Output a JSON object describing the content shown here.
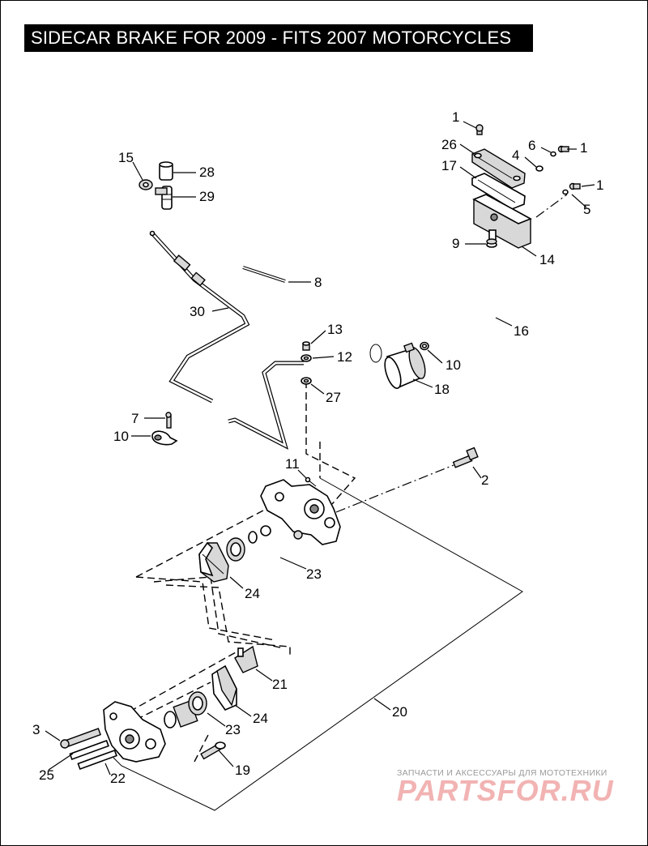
{
  "title": "SIDECAR BRAKE FOR 2009 - FITS 2007 MOTORCYCLES",
  "callouts": [
    {
      "id": "c1a",
      "label": "1"
    },
    {
      "id": "c1b",
      "label": "1"
    },
    {
      "id": "c1c",
      "label": "1"
    },
    {
      "id": "c26",
      "label": "26"
    },
    {
      "id": "c4",
      "label": "4"
    },
    {
      "id": "c6",
      "label": "6"
    },
    {
      "id": "c17",
      "label": "17"
    },
    {
      "id": "c5",
      "label": "5"
    },
    {
      "id": "c9",
      "label": "9"
    },
    {
      "id": "c14",
      "label": "14"
    },
    {
      "id": "c16",
      "label": "16"
    },
    {
      "id": "c10a",
      "label": "10"
    },
    {
      "id": "c18",
      "label": "18"
    },
    {
      "id": "c15",
      "label": "15"
    },
    {
      "id": "c28",
      "label": "28"
    },
    {
      "id": "c29",
      "label": "29"
    },
    {
      "id": "c8",
      "label": "8"
    },
    {
      "id": "c30",
      "label": "30"
    },
    {
      "id": "c13",
      "label": "13"
    },
    {
      "id": "c12",
      "label": "12"
    },
    {
      "id": "c27",
      "label": "27"
    },
    {
      "id": "c7",
      "label": "7"
    },
    {
      "id": "c10b",
      "label": "10"
    },
    {
      "id": "c11",
      "label": "11"
    },
    {
      "id": "c2",
      "label": "2"
    },
    {
      "id": "c23a",
      "label": "23"
    },
    {
      "id": "c24a",
      "label": "24"
    },
    {
      "id": "c21",
      "label": "21"
    },
    {
      "id": "c20",
      "label": "20"
    },
    {
      "id": "c24b",
      "label": "24"
    },
    {
      "id": "c23b",
      "label": "23"
    },
    {
      "id": "c3",
      "label": "3"
    },
    {
      "id": "c25",
      "label": "25"
    },
    {
      "id": "c22",
      "label": "22"
    },
    {
      "id": "c19",
      "label": "19"
    }
  ],
  "watermark": {
    "caption": "ЗАПЧАСТИ И АКСЕССУАРЫ ДЛЯ МОТОТЕХНИКИ",
    "brand": "PARTSFOR.RU",
    "brand_color": "#f2b3b3"
  }
}
